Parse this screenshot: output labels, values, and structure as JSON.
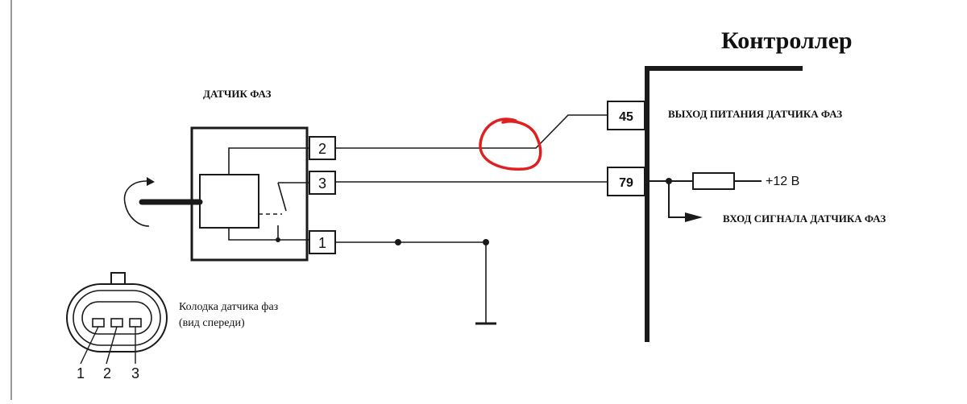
{
  "controller": {
    "title": "Контроллер",
    "pins": [
      {
        "number": "45",
        "label": "ВЫХОД ПИТАНИЯ ДАТЧИКА ФАЗ"
      },
      {
        "number": "79",
        "label": "ВХОД СИГНАЛА ДАТЧИКА ФАЗ"
      }
    ],
    "supply_label": "+12 В"
  },
  "sensor": {
    "title": "ДАТЧИК ФАЗ",
    "pins": [
      "2",
      "3",
      "1"
    ]
  },
  "connector": {
    "caption_line1": "Колодка датчика фаз",
    "caption_line2": "(вид спереди)",
    "pin_labels": [
      "1",
      "2",
      "3"
    ]
  },
  "colors": {
    "line": "#1a1a1a",
    "annotation": "#e02020"
  }
}
